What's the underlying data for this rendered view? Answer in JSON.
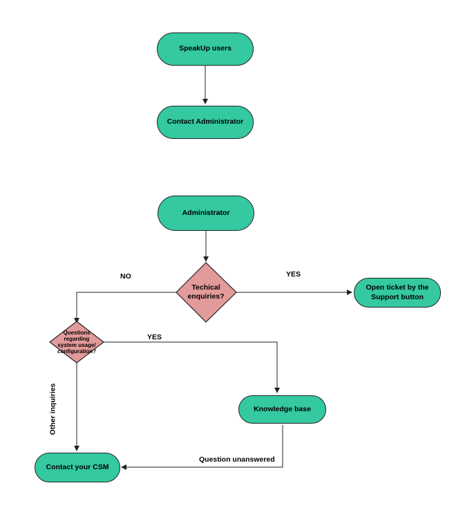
{
  "nodes": {
    "speakup_users": "SpeakUp users",
    "contact_administrator": "Contact Administrator",
    "administrator": "Administrator",
    "technical_decision": "Techical enquiries?",
    "open_ticket": "Open ticket by the Support button",
    "questions_decision": "Questions regarding system usage/ configuration?",
    "knowledge_base": "Knowledge base",
    "contact_csm": "Contact your CSM"
  },
  "edge_labels": {
    "no": "NO",
    "yes_ticket": "YES",
    "yes_knowledge": "YES",
    "other_inquiries": "Other inquiries",
    "question_unanswered": "Question unanswered"
  },
  "colors": {
    "terminal_fill": "#34c9a0",
    "decision_fill": "#e39a9a",
    "stroke": "#222222"
  }
}
